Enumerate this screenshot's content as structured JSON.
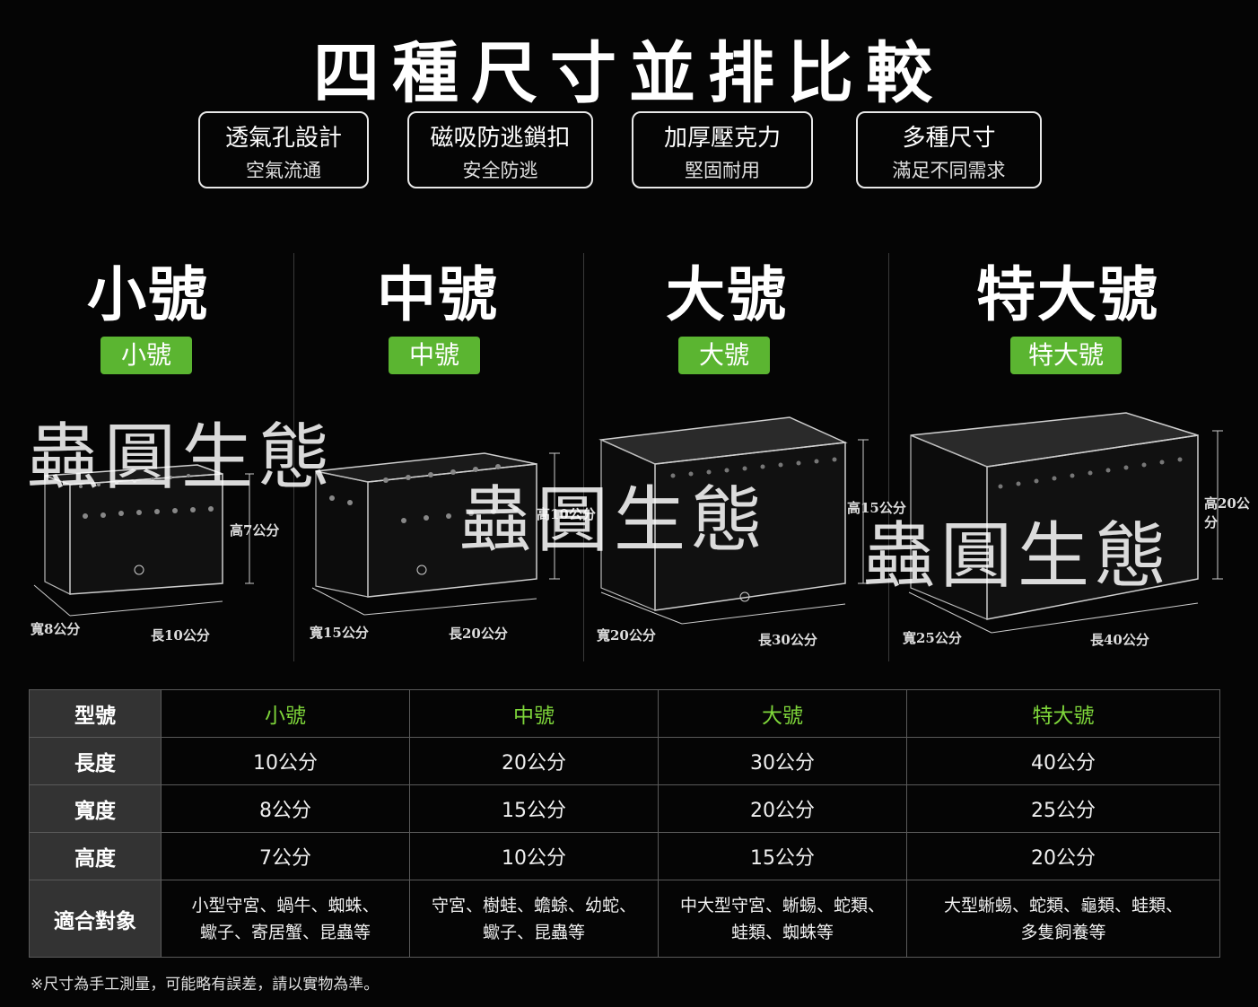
{
  "title": "四種尺寸並排比較",
  "features": [
    {
      "main": "透氣孔設計",
      "sub": "空氣流通"
    },
    {
      "main": "磁吸防逃鎖扣",
      "sub": "安全防逃"
    },
    {
      "main": "加厚壓克力",
      "sub": "堅固耐用"
    },
    {
      "main": "多種尺寸",
      "sub": "滿足不同需求"
    }
  ],
  "sizes": [
    {
      "title": "小號",
      "badge": "小號",
      "height_label": "高7公分",
      "width_label": "寬8公分",
      "length_label": "長10公分"
    },
    {
      "title": "中號",
      "badge": "中號",
      "height_label": "高10公分",
      "width_label": "寬15公分",
      "length_label": "長20公分"
    },
    {
      "title": "大號",
      "badge": "大號",
      "height_label": "高15公分",
      "width_label": "寬20公分",
      "length_label": "長30公分"
    },
    {
      "title": "特大號",
      "badge": "特大號",
      "height_label": "高20公分",
      "width_label": "寬25公分",
      "length_label": "長40公分"
    }
  ],
  "watermark": "蟲圓生態",
  "table": {
    "header": "型號",
    "models": [
      "小號",
      "中號",
      "大號",
      "特大號"
    ],
    "rows": [
      {
        "label": "長度",
        "values": [
          "10公分",
          "20公分",
          "30公分",
          "40公分"
        ]
      },
      {
        "label": "寬度",
        "values": [
          "8公分",
          "15公分",
          "20公分",
          "25公分"
        ]
      },
      {
        "label": "高度",
        "values": [
          "7公分",
          "10公分",
          "15公分",
          "20公分"
        ]
      }
    ],
    "suit": {
      "label": "適合對象",
      "values": [
        [
          "小型守宮、蝸牛、蜘蛛、",
          "蠍子、寄居蟹、昆蟲等"
        ],
        [
          "守宮、樹蛙、蟾蜍、幼蛇、",
          "蠍子、昆蟲等"
        ],
        [
          "中大型守宮、蜥蜴、蛇類、",
          "蛙類、蜘蛛等"
        ],
        [
          "大型蜥蜴、蛇類、龜類、蛙類、",
          "多隻飼養等"
        ]
      ]
    }
  },
  "note": "※尺寸為手工測量，可能略有誤差，請以實物為準。",
  "colors": {
    "accent_green": "#5bb531",
    "model_text_green": "#7ed63a",
    "background": "#050505"
  }
}
